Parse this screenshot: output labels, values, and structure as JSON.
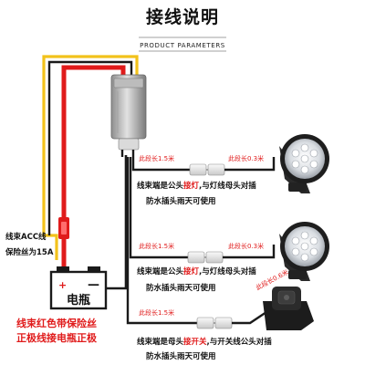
{
  "header": {
    "title": "接线说明",
    "subtitle": "PRODUCT PARAMETERS"
  },
  "wiring": {
    "acc_label": "线束ACC线",
    "fuse_label": "保险丝为15A",
    "battery_label": "电瓶",
    "plus": "+",
    "minus": "—",
    "note_line1": "线束红色带保险丝",
    "note_line2": "正极线接电瓶正极"
  },
  "light1": {
    "left_seg": "此段长1.5米",
    "right_seg": "此段长0.3米",
    "desc_pre": "线束端是公头",
    "desc_hl": "接灯",
    "desc_post": ",与灯线母头对插",
    "waterproof": "防水插头雨天可使用"
  },
  "light2": {
    "left_seg": "此段长1.5米",
    "right_seg": "此段长0.3米",
    "desc_pre": "线束端是公头",
    "desc_hl": "接灯",
    "desc_post": ",与灯线母头对插",
    "waterproof": "防水插头雨天可使用"
  },
  "switch": {
    "left_seg": "此段长1.5米",
    "right_seg": "此段长0.6米",
    "desc_pre": "线束端是母头",
    "desc_hl": "接开关",
    "desc_post": ",与开关线公头对插",
    "waterproof": "防水插头雨天可使用"
  },
  "colors": {
    "red_wire": "#e01b1b",
    "yellow_wire": "#f2c21b",
    "black_wire": "#1a1a1a",
    "highlight": "#e01b1b"
  }
}
